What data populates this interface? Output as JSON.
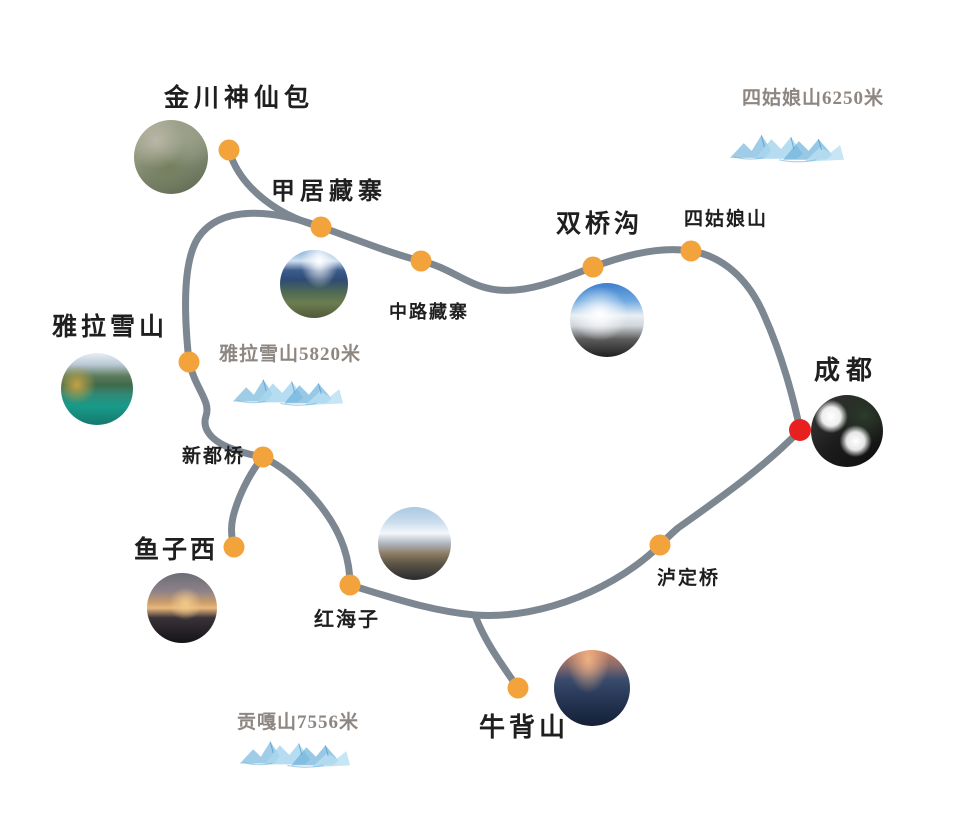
{
  "map": {
    "title_implied": "川西环线手绘路线图",
    "background_color": "#ffffff",
    "route_color": "#7d8791",
    "stop_dot_color": "#f2a33c",
    "start_dot_color": "#e82020",
    "label_color": "#1f1f1f",
    "elevation_text_color": "#8e8680"
  },
  "stops": [
    {
      "id": "jinchuan",
      "label": "金川神仙包",
      "dot": "orange"
    },
    {
      "id": "jiaju",
      "label": "甲居藏寨",
      "dot": "orange"
    },
    {
      "id": "zhonglu",
      "label": "中路藏寨",
      "dot": "orange"
    },
    {
      "id": "shuangqiao",
      "label": "双桥沟",
      "dot": "orange"
    },
    {
      "id": "siguniang",
      "label": "四姑娘山",
      "dot": "orange"
    },
    {
      "id": "chengdu",
      "label": "成都",
      "dot": "red"
    },
    {
      "id": "luding",
      "label": "泸定桥",
      "dot": "orange"
    },
    {
      "id": "honghaizi",
      "label": "红海子",
      "dot": "orange"
    },
    {
      "id": "niubeishan",
      "label": "牛背山",
      "dot": "orange"
    },
    {
      "id": "xinduqiao",
      "label": "新都桥",
      "dot": "orange"
    },
    {
      "id": "yuzixi",
      "label": "鱼子西",
      "dot": "orange"
    },
    {
      "id": "yala",
      "label": "雅拉雪山",
      "dot": "orange"
    }
  ],
  "elevations": [
    {
      "id": "siguniang-elevation",
      "text": "四姑娘山6250米"
    },
    {
      "id": "yala-elevation",
      "text": "雅拉雪山5820米"
    },
    {
      "id": "gongga-elevation",
      "text": "贡嘎山7556米"
    }
  ],
  "photos": [
    {
      "id": "jinchuan",
      "subject": "金川神仙包航拍村落"
    },
    {
      "id": "jiaju",
      "subject": "甲居藏寨藏式民居"
    },
    {
      "id": "shuangqiao",
      "subject": "双桥沟雪山"
    },
    {
      "id": "yala",
      "subject": "雅拉雪山高山湖泊"
    },
    {
      "id": "yuzixi",
      "subject": "鱼子西日照金山"
    },
    {
      "id": "honghaizi",
      "subject": "红海子雪山草甸"
    },
    {
      "id": "niubeishan",
      "subject": "牛背山云海"
    },
    {
      "id": "chengdu",
      "subject": "成都大熊猫"
    }
  ]
}
